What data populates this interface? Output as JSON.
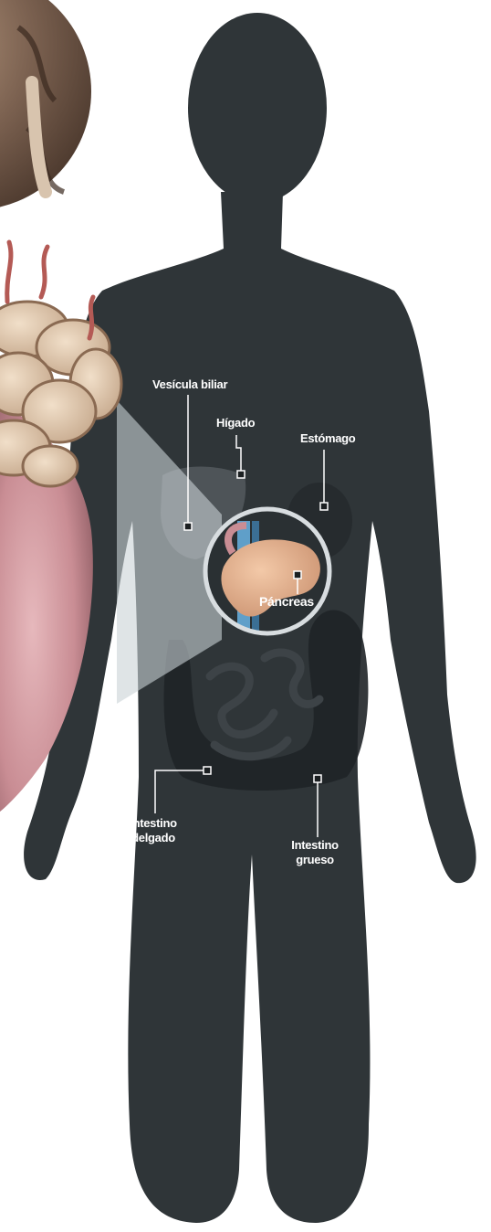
{
  "labels": {
    "vesicula": "Vesícula biliar",
    "higado": "Hígado",
    "estomago": "Estómago",
    "pancreas": "Páncreas",
    "intestino_delgado": [
      "Intestino",
      "delgado"
    ],
    "intestino_grueso": [
      "Intestino",
      "grueso"
    ]
  },
  "colors": {
    "silhouette": "#2f3538",
    "callout_line": "#ffffff",
    "zoom_beam": "#c9d2d6",
    "pancreas": "#e3b08d",
    "vein": "#5f9fc9",
    "stomach_tissue": "#c98d94",
    "organ_tissue": "#dcc3a8",
    "brain": "#7b6150"
  }
}
